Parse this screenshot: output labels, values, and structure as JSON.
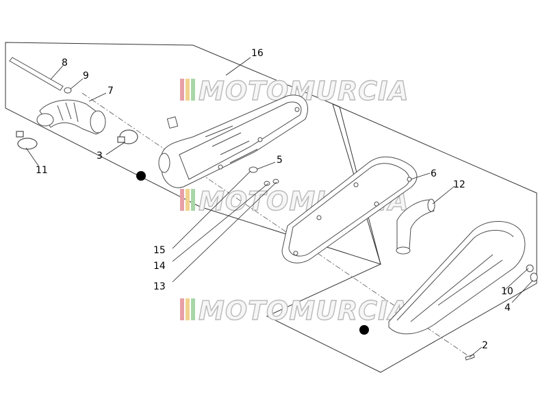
{
  "callouts": [
    {
      "id": "c1",
      "label": "16"
    },
    {
      "id": "c2",
      "label": "8"
    },
    {
      "id": "c3",
      "label": "9"
    },
    {
      "id": "c4",
      "label": "7"
    },
    {
      "id": "c5",
      "label": "3"
    },
    {
      "id": "c6",
      "label": "11"
    },
    {
      "id": "c7",
      "label": "5"
    },
    {
      "id": "c8",
      "label": "6"
    },
    {
      "id": "c9",
      "label": "12"
    },
    {
      "id": "c10",
      "label": "15"
    },
    {
      "id": "c11",
      "label": "14"
    },
    {
      "id": "c12",
      "label": "13"
    },
    {
      "id": "c13",
      "label": "10"
    },
    {
      "id": "c14",
      "label": "4"
    },
    {
      "id": "c15",
      "label": "2"
    }
  ],
  "watermark": {
    "text": "MOTOMURCIA",
    "stripe_colors": [
      "#e7a0a6",
      "#f0d28c",
      "#a8d6a8"
    ]
  },
  "colors": {
    "line": "#222222",
    "part_stroke": "#4a4a4a",
    "marker": "#000000"
  }
}
